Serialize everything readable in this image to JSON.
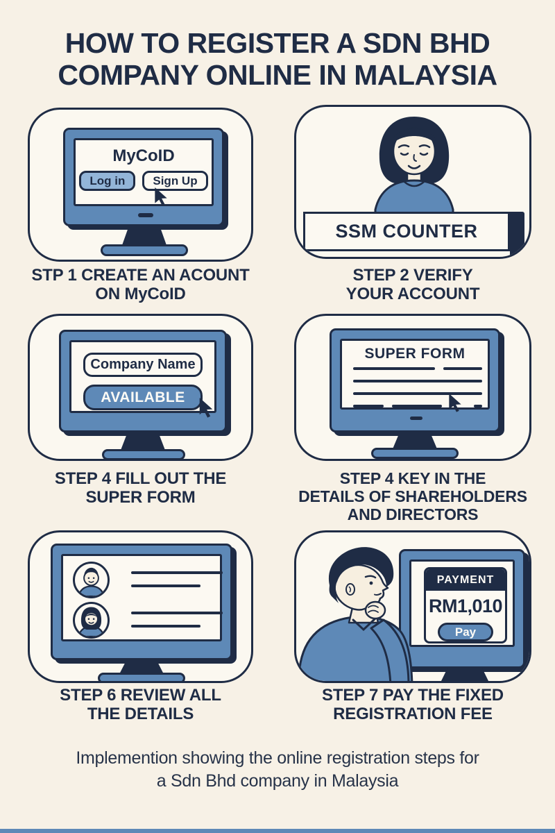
{
  "page": {
    "title_line1": "HOW TO REGISTER A SDN BHD",
    "title_line2": "COMPANY ONLINE IN MALAYSIA",
    "footer_line1": "Implemention showing the online registration steps for",
    "footer_line2": "a Sdn Bhd company in Malaysia"
  },
  "colors": {
    "background": "#f7f1e6",
    "navy": "#1f2c45",
    "steel_blue": "#5e89b7",
    "light_blue": "#93b5d8",
    "panel": "#fbf8f0"
  },
  "steps": [
    {
      "caption_line1": "STP 1 CREATE AN ACOUNT",
      "caption_line2": "ON MyCoID",
      "screen": {
        "title": "MyCoID",
        "login_button": "Log in",
        "signup_button": "Sign Up"
      }
    },
    {
      "caption_line1": "STEP 2 VERIFY",
      "caption_line2": "YOUR ACCOUNT",
      "counter_label": "SSM COUNTER"
    },
    {
      "caption_line1": "STEP 4 FILL OUT THE",
      "caption_line2": "SUPER FORM",
      "screen": {
        "field_label": "Company Name",
        "status_button": "AVAILABLE"
      }
    },
    {
      "caption_line1": "STEP 4 KEY IN THE",
      "caption_line2": "DETAILS OF SHAREHOLDERS",
      "caption_line3": "AND DIRECTORS",
      "screen": {
        "title": "SUPER FORM"
      }
    },
    {
      "caption_line1": "STEP 6 REVIEW ALL",
      "caption_line2": "THE DETAILS"
    },
    {
      "caption_line1": "STEP 7 PAY THE FIXED",
      "caption_line2": "REGISTRATION FEE",
      "payment": {
        "header": "PAYMENT",
        "amount": "RM1,010",
        "pay_button": "Pay"
      }
    }
  ]
}
